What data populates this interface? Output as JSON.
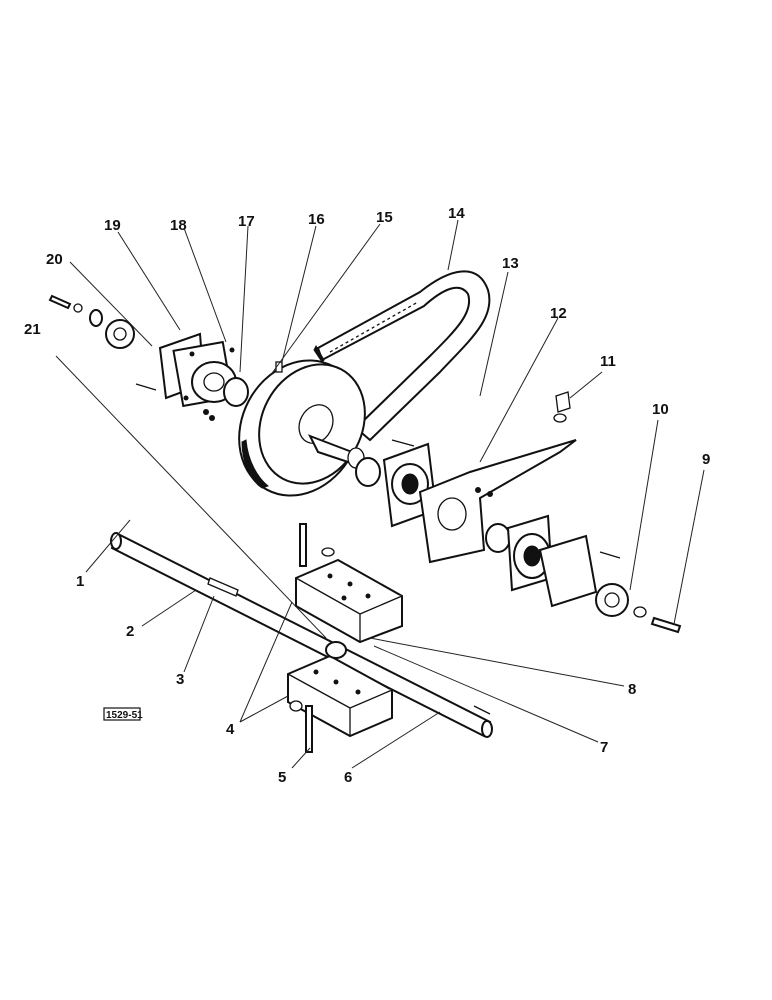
{
  "diagram": {
    "reference_code": "1529-51",
    "callouts": [
      {
        "id": "c1",
        "label": "1"
      },
      {
        "id": "c2",
        "label": "2"
      },
      {
        "id": "c3",
        "label": "3"
      },
      {
        "id": "c4",
        "label": "4"
      },
      {
        "id": "c5",
        "label": "5"
      },
      {
        "id": "c6",
        "label": "6"
      },
      {
        "id": "c7",
        "label": "7"
      },
      {
        "id": "c8",
        "label": "8"
      },
      {
        "id": "c9",
        "label": "9"
      },
      {
        "id": "c10",
        "label": "10"
      },
      {
        "id": "c11",
        "label": "11"
      },
      {
        "id": "c12",
        "label": "12"
      },
      {
        "id": "c13",
        "label": "13"
      },
      {
        "id": "c14",
        "label": "14"
      },
      {
        "id": "c15",
        "label": "15"
      },
      {
        "id": "c16",
        "label": "16"
      },
      {
        "id": "c17",
        "label": "17"
      },
      {
        "id": "c18",
        "label": "18"
      },
      {
        "id": "c19",
        "label": "19"
      },
      {
        "id": "c20",
        "label": "20"
      },
      {
        "id": "c21",
        "label": "21"
      }
    ]
  }
}
